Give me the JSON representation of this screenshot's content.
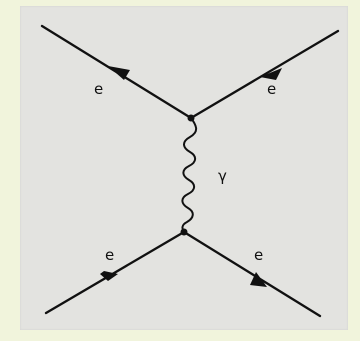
{
  "diagram": {
    "particles": [
      {
        "id": "e-top-left",
        "label": "e"
      },
      {
        "id": "e-top-right",
        "label": "e"
      },
      {
        "id": "photon",
        "label": "γ"
      },
      {
        "id": "e-bottom-left",
        "label": "e"
      },
      {
        "id": "e-bottom-right",
        "label": "e"
      }
    ]
  }
}
